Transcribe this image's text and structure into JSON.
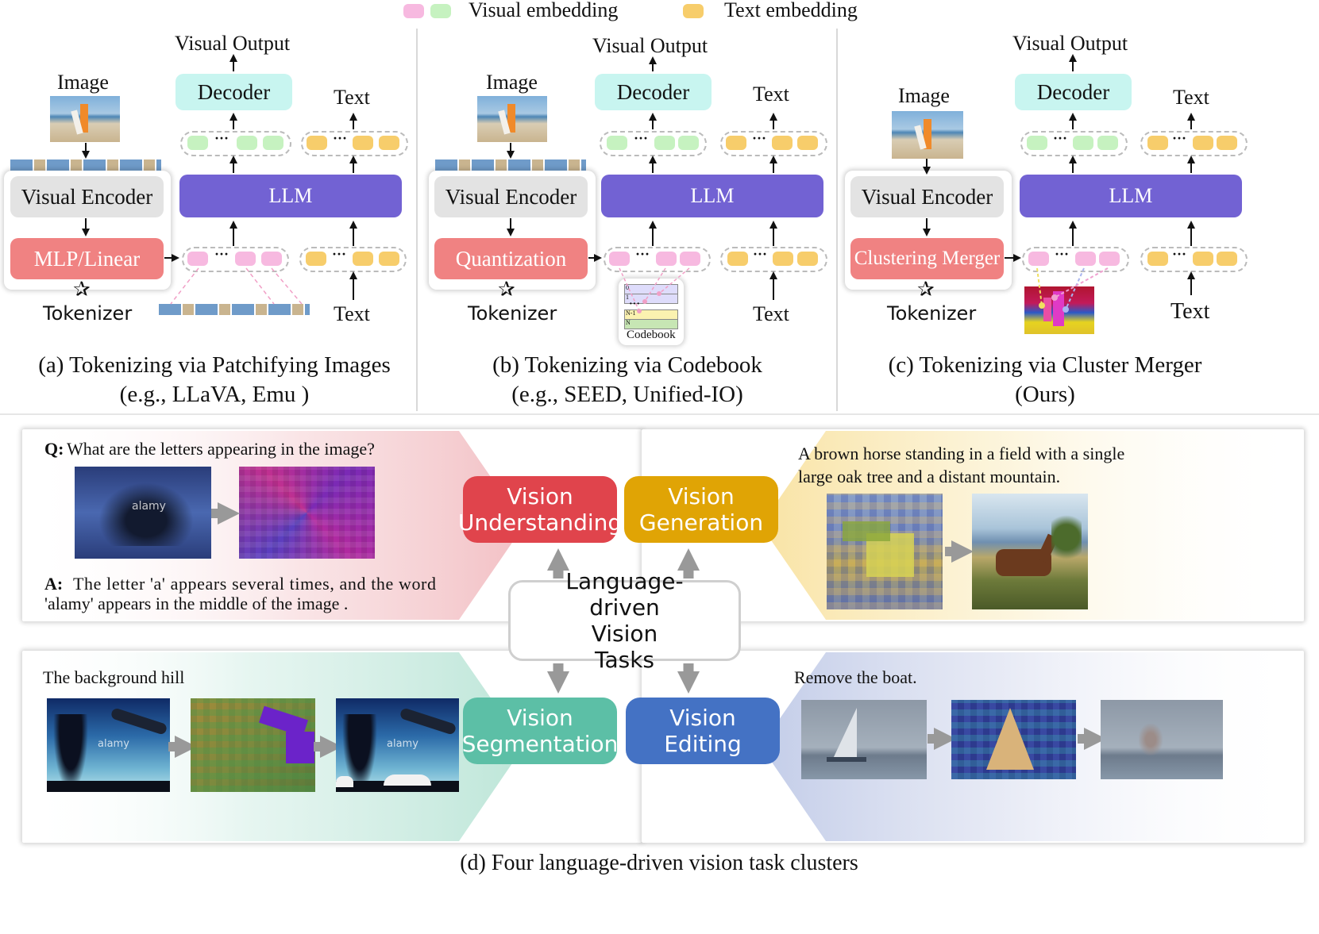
{
  "legend": {
    "visual": "Visual embedding",
    "text": "Text embedding"
  },
  "panels": [
    {
      "image": "Image",
      "output": "Visual Output",
      "decoder": "Decoder",
      "text_out": "Text",
      "encoder": "Visual Encoder",
      "tokenizer_box": "MLP/Linear",
      "llm": "LLM",
      "tokenizer": "Tokenizer",
      "text_in": "Text",
      "caption1": "(a) Tokenizing via Patchifying Images",
      "caption2": "(e.g., LLaVA, Emu )"
    },
    {
      "image": "Image",
      "output": "Visual Output",
      "decoder": "Decoder",
      "text_out": "Text",
      "encoder": "Visual Encoder",
      "tokenizer_box": "Quantization",
      "llm": "LLM",
      "tokenizer": "Tokenizer",
      "text_in": "Text",
      "codebook": "Codebook",
      "caption1": "(b) Tokenizing via Codebook",
      "caption2": "(e.g., SEED, Unified-IO)"
    },
    {
      "image": "Image",
      "output": "Visual Output",
      "decoder": "Decoder",
      "text_out": "Text",
      "encoder": "Visual Encoder",
      "tokenizer_box": "Clustering Merger",
      "llm": "LLM",
      "tokenizer": "Tokenizer",
      "text_in": "Text",
      "caption1": "(c) Tokenizing via Cluster Merger",
      "caption2": "(Ours)"
    }
  ],
  "codebook_rows": [
    "0",
    "1",
    "N-1",
    "N"
  ],
  "tasks": {
    "understanding": "Vision Understanding",
    "generation": "Vision Generation",
    "segmentation": "Vision Segmentation",
    "editing": "Vision Editing",
    "center": "Language-driven Vision Tasks"
  },
  "understanding": {
    "q_label": "Q:",
    "question": "What are the letters appearing in the image?",
    "a_label": "A:",
    "answer_line1": "The letter 'a' appears several times, and the word",
    "answer_line2": "'alamy' appears in the middle of the image ."
  },
  "generation": {
    "prompt_line1": "A brown horse standing in a field with a single",
    "prompt_line2": "large oak tree and a distant mountain."
  },
  "segmentation": {
    "prompt": "The background hill"
  },
  "editing": {
    "prompt": "Remove the boat."
  },
  "watermark": "alamy",
  "bottom_caption": "(d) Four language-driven vision task clusters",
  "colors": {
    "pink": "#f7b9e0",
    "green": "#c6f2c0",
    "yellow": "#f7cd6b",
    "llm": "#7262d3",
    "decoder": "#c8f5f0",
    "red_task": "#e0444c",
    "orange_task": "#e0a405",
    "teal_task": "#5cbfa6",
    "blue_task": "#4472c4"
  }
}
